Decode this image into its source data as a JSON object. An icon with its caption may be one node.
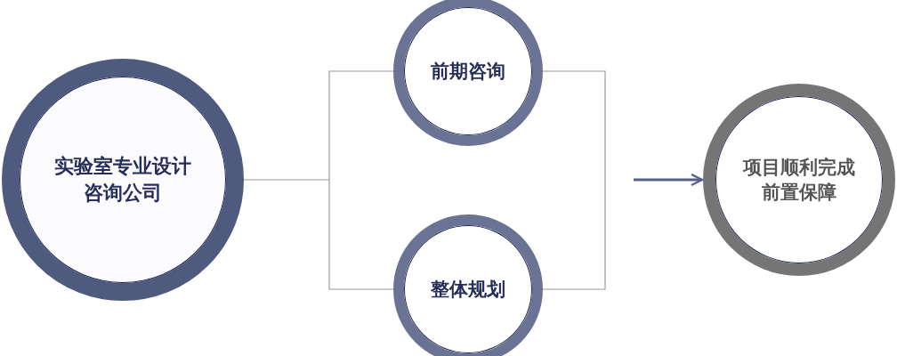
{
  "diagram": {
    "nodes": [
      {
        "text": [
          "实验室专业设计咨询公司"
        ]
      },
      {
        "text": [
          "前期咨询"
        ]
      },
      {
        "text": [
          "整体规划"
        ]
      },
      {
        "text": [
          "项目顺利完成前置保障"
        ]
      }
    ],
    "edges": [
      {
        "from": 0,
        "to": 1,
        "arrow": "none"
      },
      {
        "from": 0,
        "to": 2,
        "arrow": "none"
      },
      {
        "from": 1,
        "to": 2,
        "arrow": "none"
      },
      {
        "from": null,
        "to": 3,
        "arrow": "to",
        "style": "thick",
        "color": "#56608a"
      }
    ]
  }
}
